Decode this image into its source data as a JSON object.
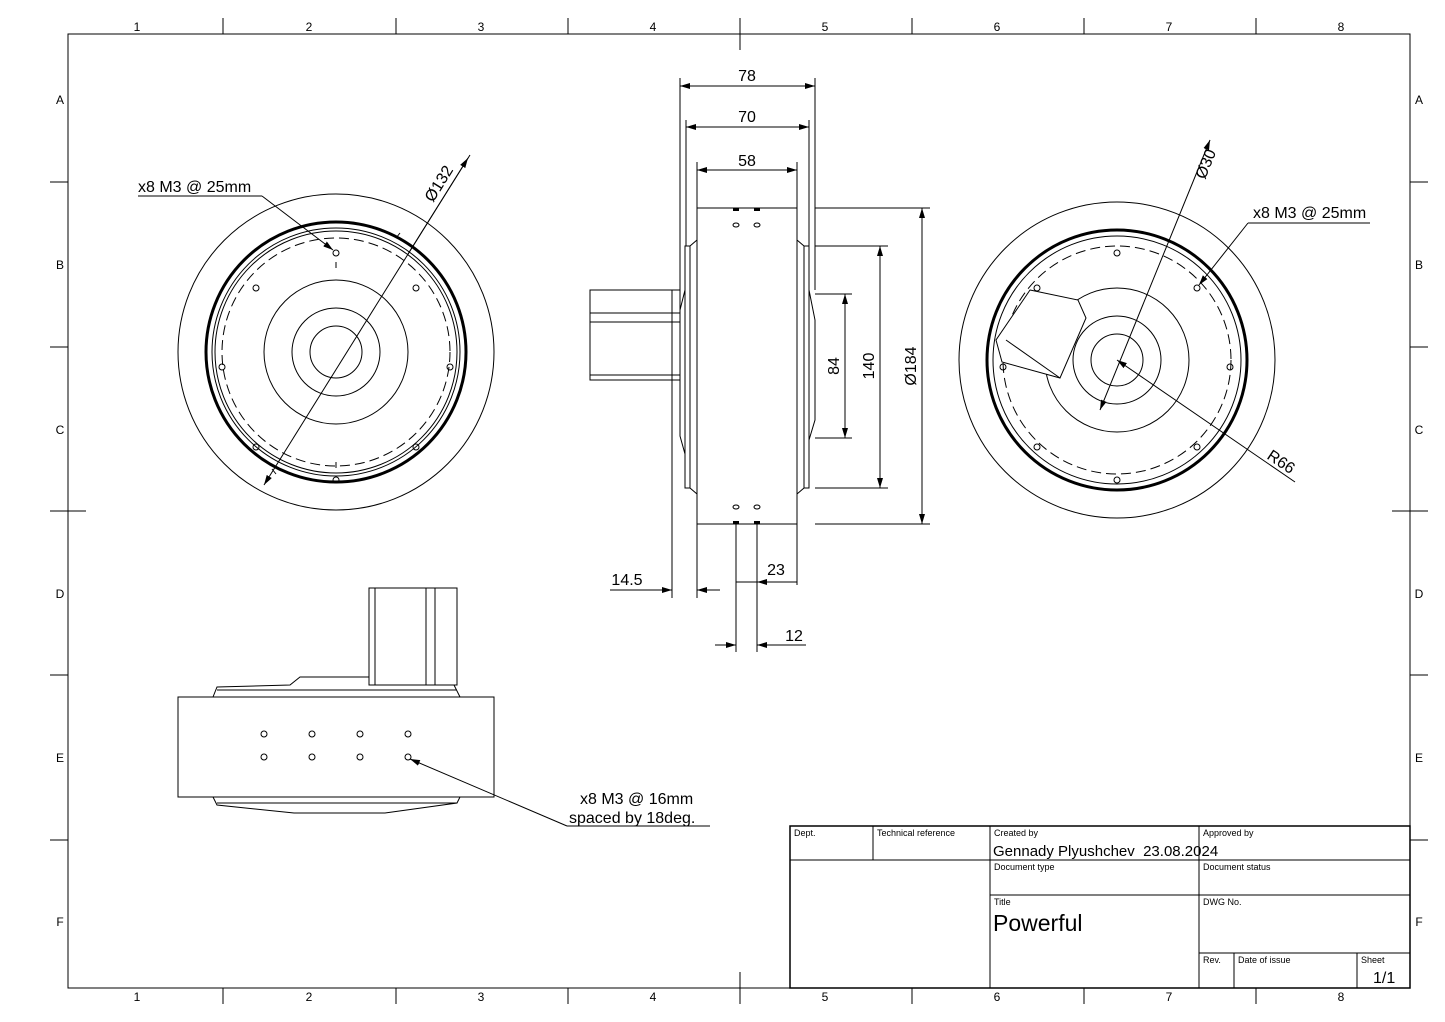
{
  "zones": {
    "columns": [
      "1",
      "2",
      "3",
      "4",
      "5",
      "6",
      "7",
      "8"
    ],
    "rows": [
      "A",
      "B",
      "C",
      "D",
      "E",
      "F"
    ]
  },
  "front_view": {
    "hole_note": "x8 M3 @ 25mm",
    "diameter": "Ø132"
  },
  "side_view": {
    "dims": {
      "d78": "78",
      "d70": "70",
      "d58": "58",
      "d84": "84",
      "d140": "140",
      "d184": "Ø184",
      "d14_5": "14.5",
      "d23": "23",
      "d12": "12"
    }
  },
  "rear_view": {
    "diameter": "Ø30",
    "hole_note": "x8 M3 @ 25mm",
    "radius": "R66"
  },
  "bottom_view": {
    "note_line1": "x8 M3 @ 16mm",
    "note_line2": "spaced by 18deg."
  },
  "title_block": {
    "dept_label": "Dept.",
    "tech_ref_label": "Technical reference",
    "created_by_label": "Created by",
    "created_by_value": "Gennady Plyushchev  23.08.2024",
    "approved_by_label": "Approved by",
    "doc_type_label": "Document type",
    "doc_status_label": "Document status",
    "title_label": "Title",
    "title_value": "Powerful",
    "dwg_no_label": "DWG No.",
    "rev_label": "Rev.",
    "date_of_issue_label": "Date of issue",
    "sheet_label": "Sheet",
    "sheet_value": "1/1"
  }
}
